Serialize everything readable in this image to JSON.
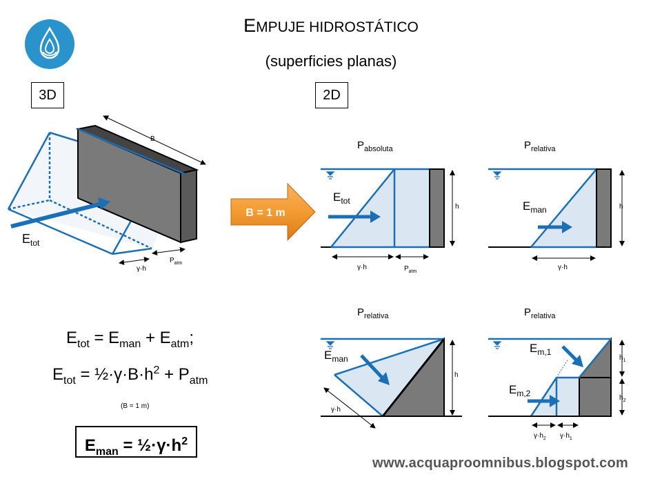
{
  "header": {
    "title_first": "E",
    "title_rest": "MPUJE HIDROSTÁTICO",
    "subtitle": "(superficies planas)"
  },
  "tags": {
    "left": "3D",
    "right": "2D"
  },
  "arrow_label": "B = 1 m",
  "colors": {
    "blue": "#1a6fb5",
    "fill": "#dbe6f3",
    "gray": "#7a7a7a",
    "orange": "#f39c31",
    "logo": "#2a93cc"
  },
  "labels": {
    "B": "B",
    "h": "h",
    "gamma_h": "γ·h",
    "P": "P",
    "atm": "atm",
    "E": "E",
    "tot": "tot",
    "man": "man",
    "absoluta": "absoluta",
    "relativa": "relativa",
    "m1": "m,1",
    "m2": "m,2",
    "h1": "h",
    "h1_sub": "1",
    "h2": "h",
    "h2_sub": "2",
    "gamma_h1": "γ·h",
    "gamma_h2": "γ·h"
  },
  "equations": {
    "line1_a": "E",
    "line1_a_sub": "tot",
    "line1_b": " = E",
    "line1_b_sub": "man",
    "line1_c": " + E",
    "line1_c_sub": "atm",
    "line1_d": ";",
    "line2_a": "E",
    "line2_a_sub": "tot",
    "line2_b": " = ½·γ·B·h",
    "line2_b_sup": "2",
    "line2_c": " + P",
    "line2_c_sub": "atm",
    "note": "(B = 1 m)",
    "boxed_a": "E",
    "boxed_a_sub": "man",
    "boxed_b": " = ½·γ·h",
    "boxed_b_sup": "2"
  },
  "footer": {
    "url": "www.acquaproomnibus.blogspot.com"
  }
}
